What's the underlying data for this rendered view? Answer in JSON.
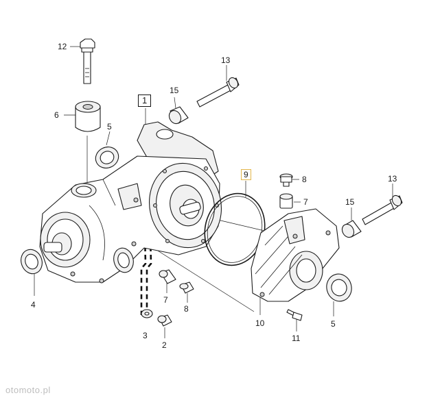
{
  "callouts": {
    "c1": "1",
    "c2": "2",
    "c3": "3",
    "c4": "4",
    "c5a": "5",
    "c5b": "5",
    "c6": "6",
    "c7a": "7",
    "c7b": "7",
    "c8a": "8",
    "c8b": "8",
    "c9": "9",
    "c10": "10",
    "c11": "11",
    "c12": "12",
    "c13a": "13",
    "c13b": "13",
    "c15a": "15",
    "c15b": "15"
  },
  "watermark": "otomoto.pl",
  "colors": {
    "line": "#1a1a1a",
    "shade": "#f1f1f1",
    "highlight": "#e3b64a"
  }
}
